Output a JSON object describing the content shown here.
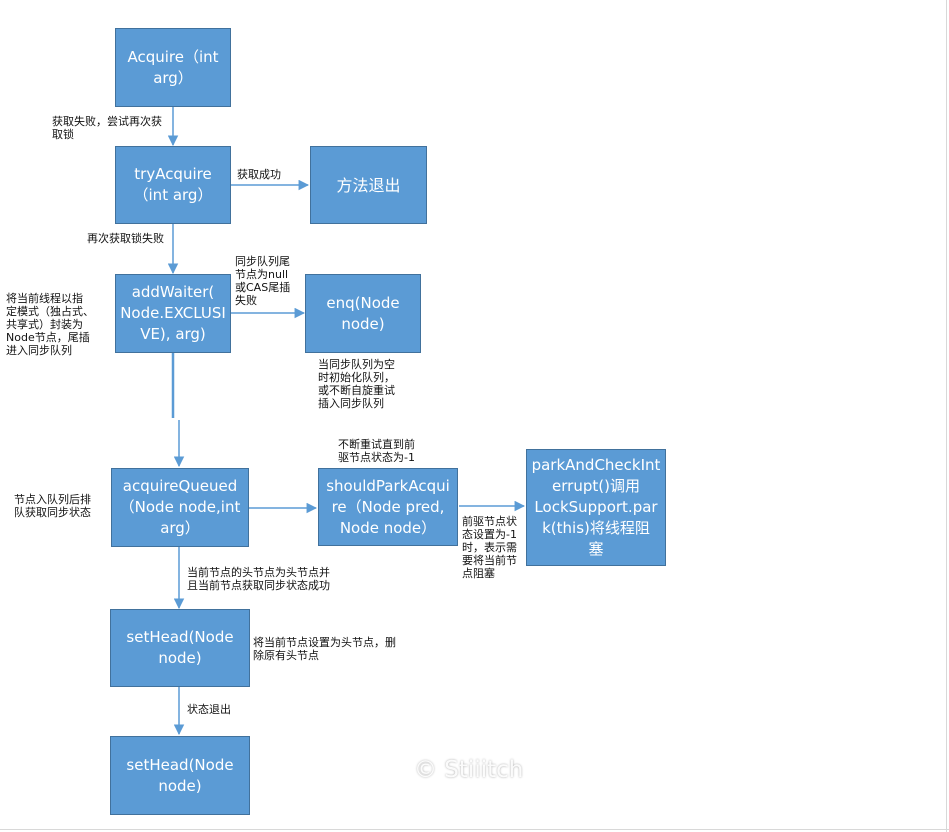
{
  "nodes": {
    "acquire": "Acquire（int\narg）",
    "try_acquire": "tryAcquire\n（int arg）",
    "exit_method": "方法退出",
    "add_waiter": "addWaiter(\nNode.EXCLUSI\nVE), arg)",
    "enq": "enq(Node\nnode)",
    "acquire_queued": "acquireQueued\n（Node node,int\narg）",
    "should_park": "shouldParkAcqui\nre（Node pred,\nNode node）",
    "park_check": "parkAndCheckInt\nerrupt()调用\nLockSupport.par\nk(this)将线程阻\n塞",
    "set_head_1": "setHead(Node\nnode)",
    "set_head_2": "setHead(Node\nnode)"
  },
  "notes": {
    "acquire_fail": "获取失败，尝试再次获\n取锁",
    "success": "获取成功",
    "retry_fail": "再次获取锁失败",
    "wrap_node": "将当前线程以指\n定模式（独占式、\n共享式）封装为\nNode节点，尾插\n进入同步队列",
    "tail_null": "同步队列尾\n节点为null\n或CAS尾插\n失败",
    "enq_desc": "当同步队列为空\n时初始化队列，\n或不断自旋重试\n插入同步队列",
    "retry_until": "不断重试直到前\n驱节点状态为-1",
    "enqueue_after": "节点入队列后排\n队获取同步状态",
    "pred_status": "前驱节点状\n态设置为-1\n时，表示需\n要将当前节\n点阻塞",
    "head_success": "当前节点的头节点为头节点并\n且当前节点获取同步状态成功",
    "set_head_desc": "将当前节点设置为头节点，删\n除原有头节点",
    "state_exit": "状态退出"
  },
  "watermark": "© Stiiitch",
  "colors": {
    "box_fill": "#5b9bd5",
    "box_border": "#41719c",
    "arrow": "#5b9bd5",
    "text_on_box": "#ffffff"
  }
}
